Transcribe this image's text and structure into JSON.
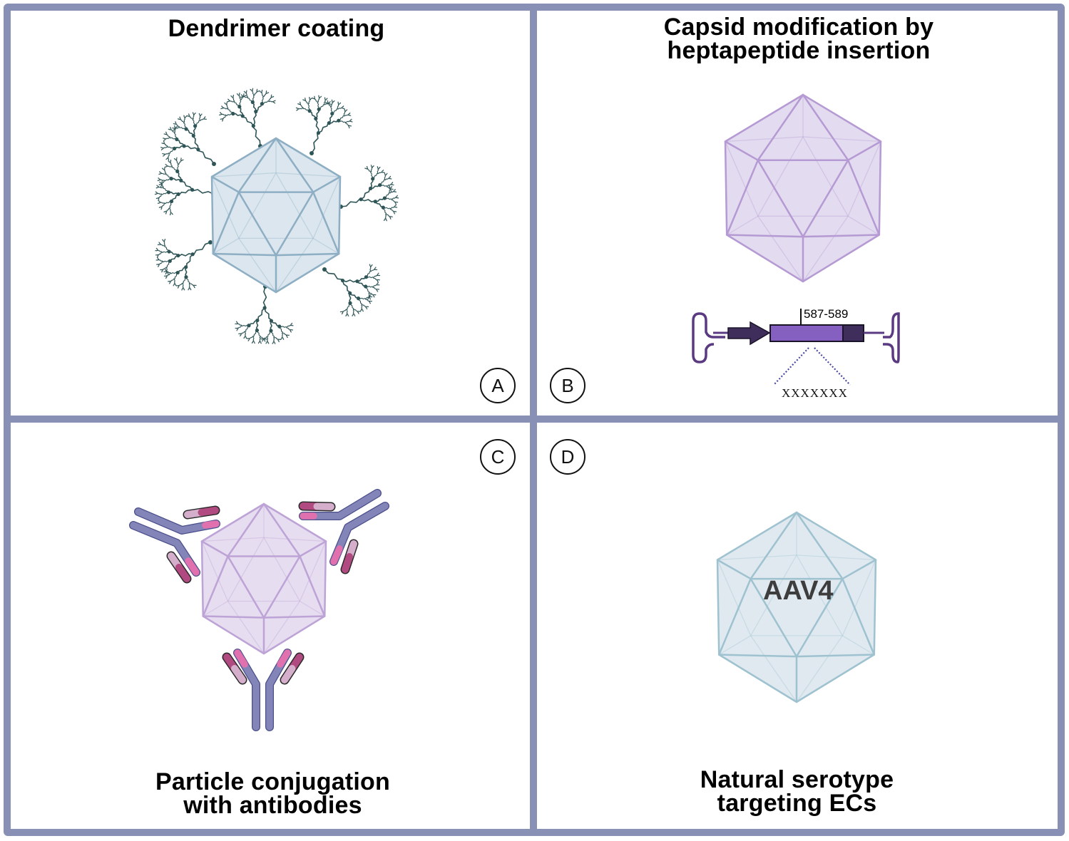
{
  "figure": {
    "frame_color": "#8891b5",
    "panels": [
      {
        "id": "A",
        "badge": "A",
        "title_lines": [
          "Dendrimer coating"
        ],
        "capsid_fill": "#dbe6ee",
        "capsid_stroke": "#8eaec4",
        "dendrimer_color": "#2f5557",
        "dendrimer_count": 8
      },
      {
        "id": "B",
        "badge": "B",
        "title_lines": [
          "Capsid modification by",
          "heptapeptide insertion"
        ],
        "capsid_fill": "#e3dbef",
        "capsid_stroke": "#b59ad3",
        "insertion_site_label": "587-589",
        "inserted_sequence": "XXXXXXX",
        "construct_colors": {
          "itr": "#5a3a80",
          "promoter": "#3f2d5c",
          "gene": "#8560c0",
          "tail": "#3f2d5c",
          "dotted_line": "#4a4aa0"
        }
      },
      {
        "id": "C",
        "badge": "C",
        "title_lines": [
          "Particle conjugation",
          "with antibodies"
        ],
        "capsid_fill": "#e6ddf0",
        "capsid_stroke": "#bda3d6",
        "antibody_count": 3,
        "antibody_colors": {
          "heavy_chain": "#8385b8",
          "light_dark": "#b04a80",
          "light_light": "#d4aecb",
          "pink": "#e070ae"
        }
      },
      {
        "id": "D",
        "badge": "D",
        "title_lines": [
          "Natural serotype",
          "targeting ECs"
        ],
        "capsid_fill": "#dfe9ef",
        "capsid_stroke": "#9fc2d0",
        "capsid_label": "AAV4"
      }
    ]
  }
}
